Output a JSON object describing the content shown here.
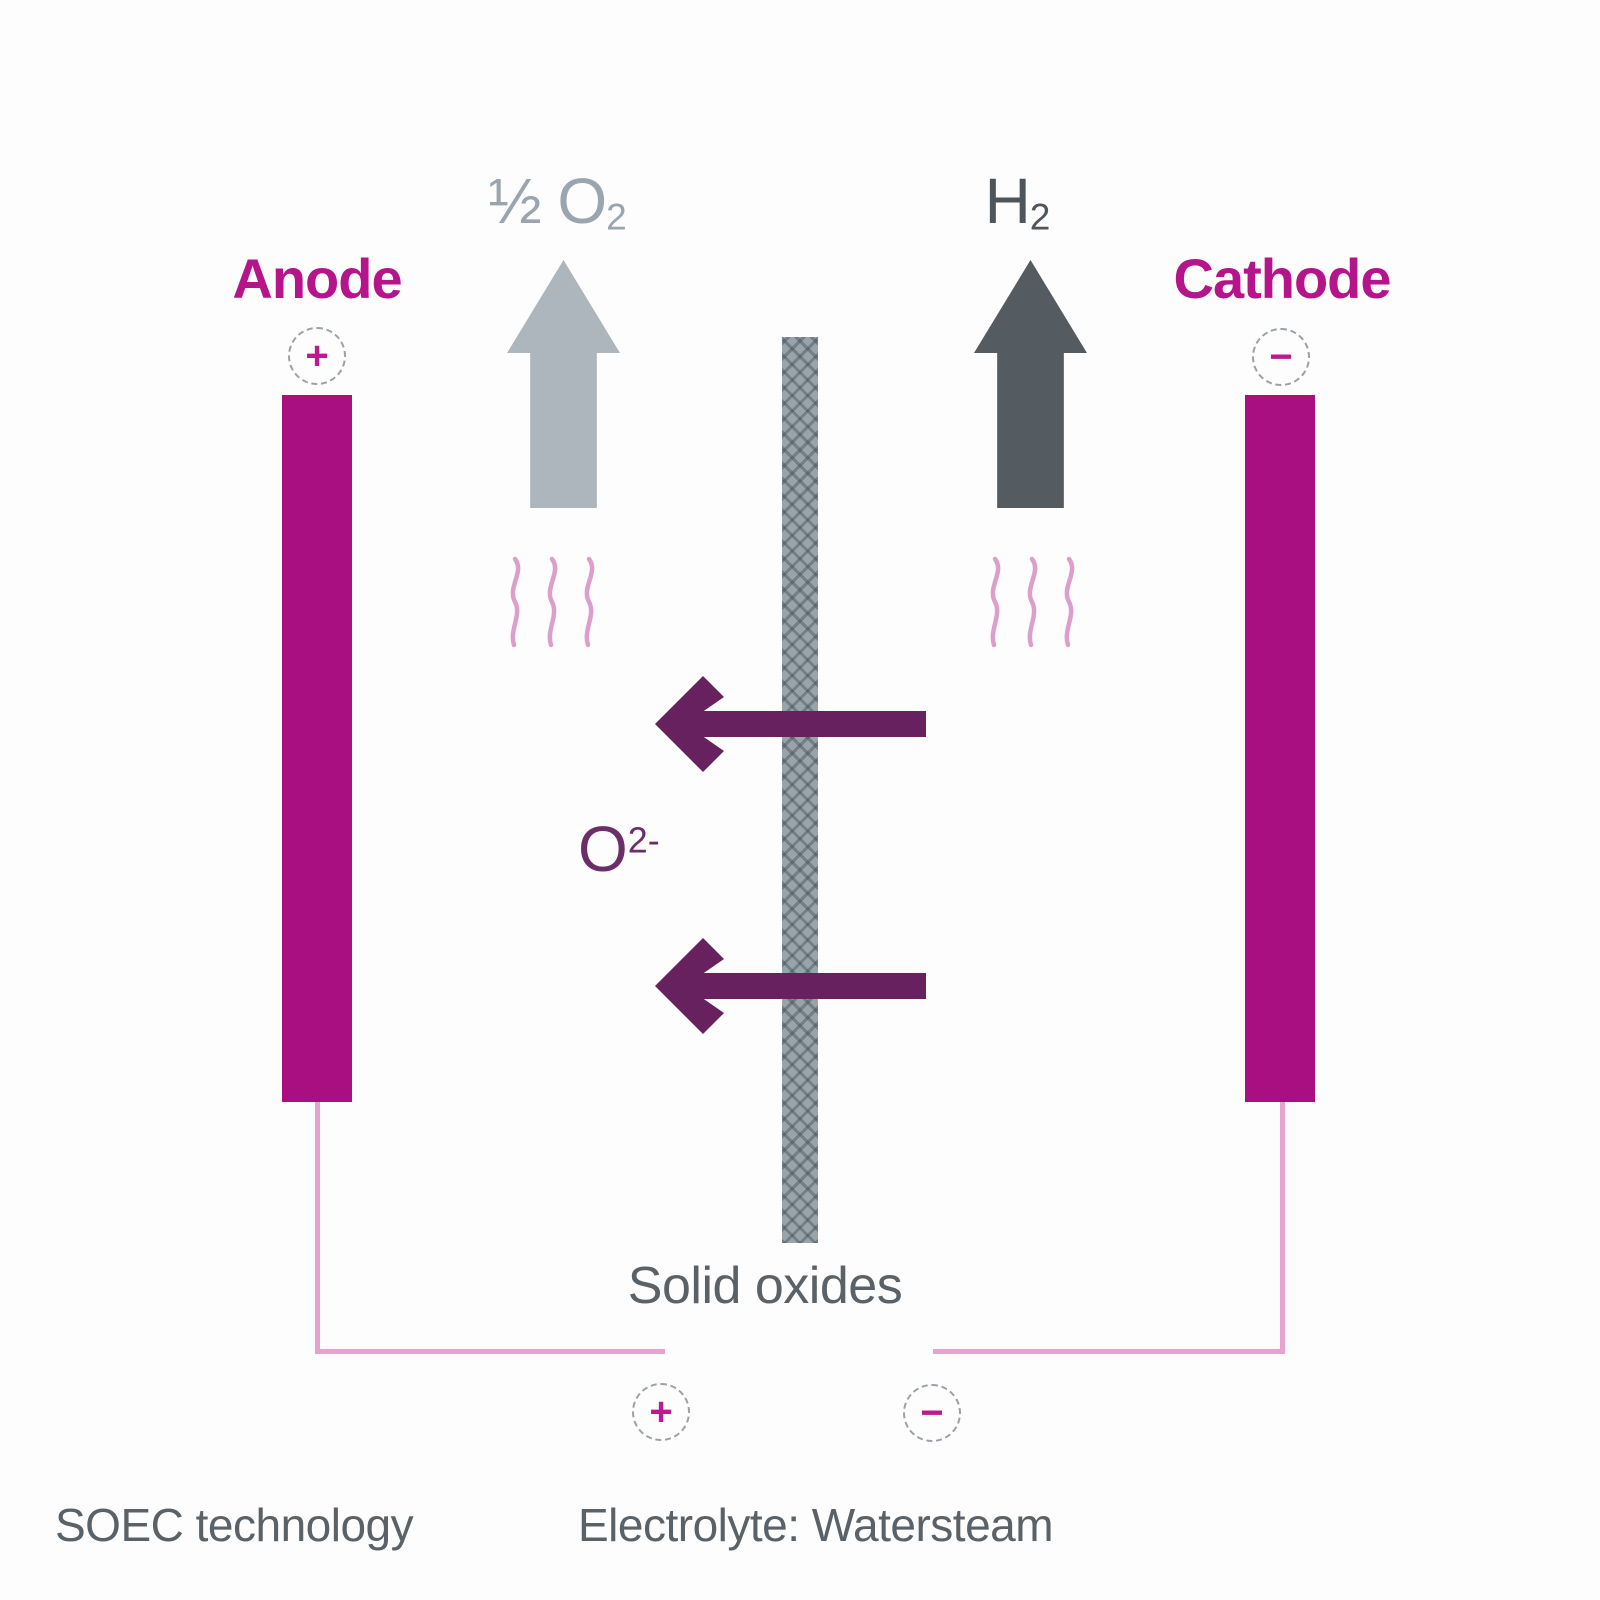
{
  "diagram_title": "SOEC technology",
  "electrodes": {
    "anode": {
      "label": "Anode",
      "polarity": "+"
    },
    "cathode": {
      "label": "Cathode",
      "polarity": "−"
    }
  },
  "gases": {
    "oxygen": {
      "prefix": "½",
      "symbol": "O",
      "subscript": "2"
    },
    "hydrogen": {
      "symbol": "H",
      "subscript": "2"
    }
  },
  "ion": {
    "symbol": "O",
    "superscript": "2-"
  },
  "membrane": {
    "caption": "Solid oxides"
  },
  "terminals": {
    "positive": "+",
    "negative": "−"
  },
  "footer": {
    "left": "SOEC technology",
    "center": "Electrolyte: Watersteam"
  },
  "colors": {
    "electrode_magenta": "#A90F80",
    "label_magenta": "#B5148B",
    "oxygen_gray": "#AEB6BD",
    "hydrogen_dark_gray": "#545B61",
    "ion_purple": "#67215F",
    "membrane_gray": "#99A3AA",
    "heat_pink": "#DC9FCB",
    "wire_pink": "#E7A3D0",
    "caption_gray": "#5A6268"
  }
}
